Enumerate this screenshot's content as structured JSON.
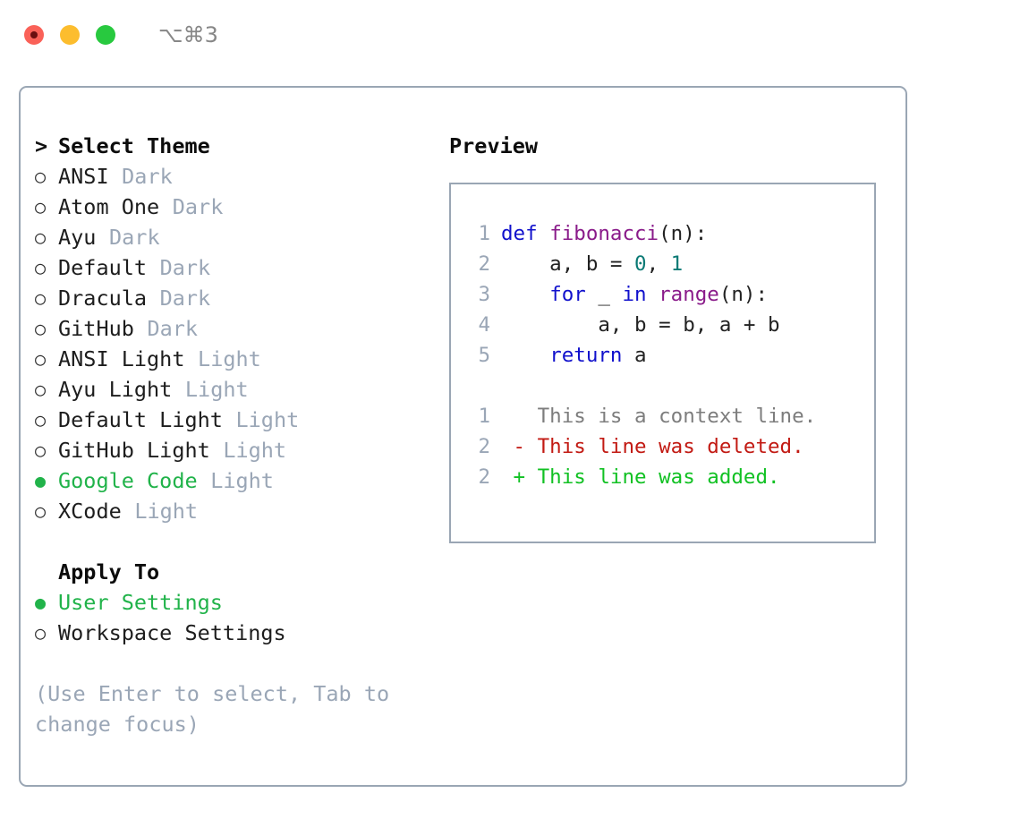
{
  "titlebar": {
    "shortcut": "⌥⌘3",
    "lights": [
      {
        "name": "close",
        "color": "#fa6158"
      },
      {
        "name": "minimize",
        "color": "#fcbd2e"
      },
      {
        "name": "maximize",
        "color": "#28c93f"
      }
    ]
  },
  "theme_picker": {
    "header": {
      "caret": ">",
      "label": "Select Theme"
    },
    "radio_off": "○",
    "radio_on": "●",
    "items": [
      {
        "name": "ANSI",
        "variant": "Dark",
        "selected": false
      },
      {
        "name": "Atom One",
        "variant": "Dark",
        "selected": false
      },
      {
        "name": "Ayu",
        "variant": "Dark",
        "selected": false
      },
      {
        "name": "Default",
        "variant": "Dark",
        "selected": false
      },
      {
        "name": "Dracula",
        "variant": "Dark",
        "selected": false
      },
      {
        "name": "GitHub",
        "variant": "Dark",
        "selected": false
      },
      {
        "name": "ANSI Light",
        "variant": "Light",
        "selected": false
      },
      {
        "name": "Ayu Light",
        "variant": "Light",
        "selected": false
      },
      {
        "name": "Default Light",
        "variant": "Light",
        "selected": false
      },
      {
        "name": "GitHub Light",
        "variant": "Light",
        "selected": false
      },
      {
        "name": "Google Code",
        "variant": "Light",
        "selected": true
      },
      {
        "name": "XCode",
        "variant": "Light",
        "selected": false
      }
    ]
  },
  "apply_to": {
    "label": "Apply To",
    "options": [
      {
        "name": "User Settings",
        "selected": true
      },
      {
        "name": "Workspace Settings",
        "selected": false
      }
    ]
  },
  "hint": "(Use Enter to select, Tab to change focus)",
  "preview": {
    "title": "Preview",
    "code_lines": [
      {
        "no": "1",
        "tokens": [
          {
            "t": "def",
            "c": "kw"
          },
          {
            "t": " ",
            "c": "plain"
          },
          {
            "t": "fibonacci",
            "c": "fn"
          },
          {
            "t": "(n):",
            "c": "plain"
          }
        ]
      },
      {
        "no": "2",
        "tokens": [
          {
            "t": "    a, b = ",
            "c": "plain"
          },
          {
            "t": "0",
            "c": "num"
          },
          {
            "t": ", ",
            "c": "plain"
          },
          {
            "t": "1",
            "c": "num"
          }
        ]
      },
      {
        "no": "3",
        "tokens": [
          {
            "t": "    ",
            "c": "plain"
          },
          {
            "t": "for",
            "c": "kw"
          },
          {
            "t": " _ ",
            "c": "plain"
          },
          {
            "t": "in",
            "c": "kw"
          },
          {
            "t": " ",
            "c": "plain"
          },
          {
            "t": "range",
            "c": "fn"
          },
          {
            "t": "(n):",
            "c": "plain"
          }
        ]
      },
      {
        "no": "4",
        "tokens": [
          {
            "t": "        a, b = b, a + b",
            "c": "plain"
          }
        ]
      },
      {
        "no": "5",
        "tokens": [
          {
            "t": "    ",
            "c": "plain"
          },
          {
            "t": "return",
            "c": "kw"
          },
          {
            "t": " a",
            "c": "plain"
          }
        ]
      }
    ],
    "diff_lines": [
      {
        "no": "1",
        "tokens": [
          {
            "t": "   This is a context line.",
            "c": "ctx"
          }
        ]
      },
      {
        "no": "2",
        "tokens": [
          {
            "t": " - This line was deleted.",
            "c": "del"
          }
        ]
      },
      {
        "no": "2",
        "tokens": [
          {
            "t": " + This line was added.",
            "c": "add"
          }
        ]
      }
    ]
  },
  "colors": {
    "accent_green": "#21b34a",
    "muted": "#9aa6b6",
    "border": "#9aa6b4",
    "keyword": "#1111cc",
    "function": "#8a1b8a",
    "number": "#0b7a75",
    "diff_deleted": "#c21a13",
    "diff_added": "#11c123"
  }
}
